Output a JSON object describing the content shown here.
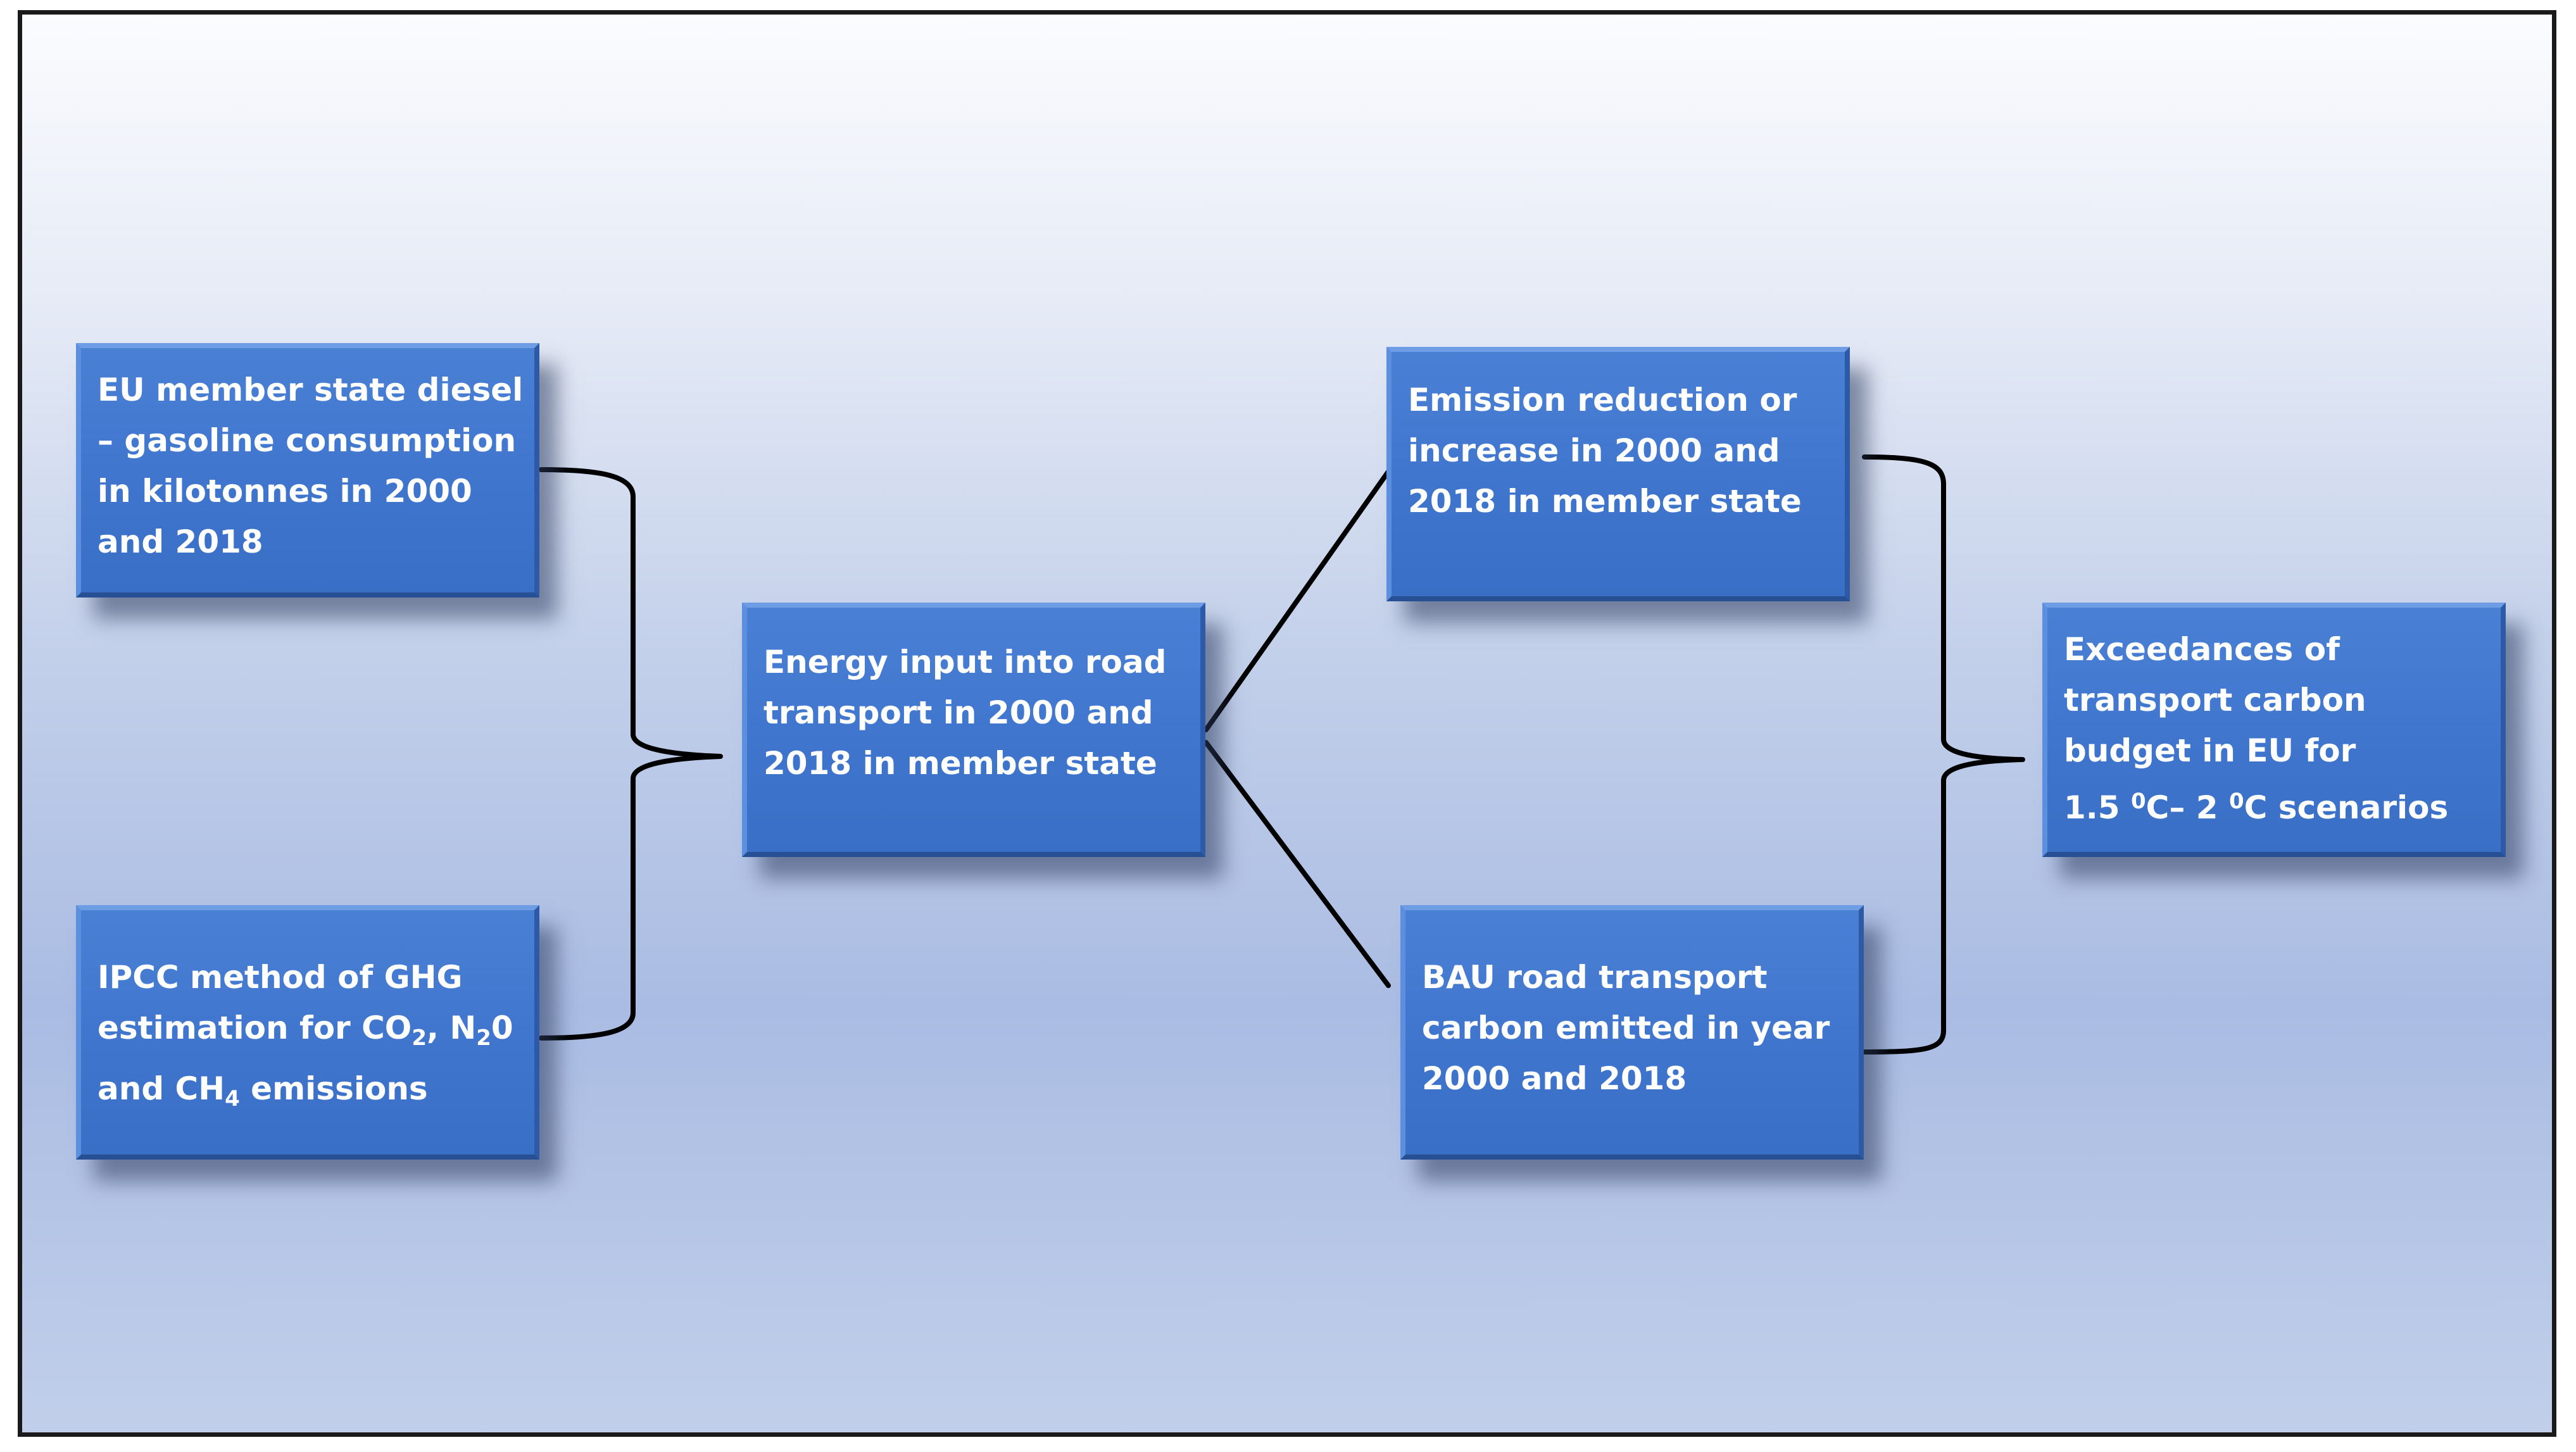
{
  "boxes": {
    "consumption": {
      "lines": [
        "EU member state diesel",
        "– gasoline consumption",
        "in kilotonnes in 2000",
        "and 2018"
      ]
    },
    "ipcc": {
      "line1": "IPCC method of GHG",
      "line2_pre": "estimation for CO",
      "line2_sub1": "2",
      "line2_mid": ", N",
      "line2_sub2": "2",
      "line2_post": "0",
      "line3_pre": "and CH",
      "line3_sub": "4",
      "line3_post": " emissions"
    },
    "energy": {
      "lines": [
        "Energy input into road",
        "transport in 2000 and",
        "2018 in member state"
      ]
    },
    "emission_change": {
      "lines": [
        "Emission reduction or",
        "increase in 2000 and",
        "2018 in member state"
      ]
    },
    "bau": {
      "lines": [
        "BAU road transport",
        "carbon emitted in year",
        "2000 and 2018"
      ]
    },
    "exceedances": {
      "line1": "Exceedances of",
      "line2": "transport carbon",
      "line3": "budget in EU for",
      "line4_a": "1.5 ",
      "line4_sup1": "0",
      "line4_b": "C– 2 ",
      "line4_sup2": "0",
      "line4_c": "C scenarios"
    }
  },
  "colors": {
    "box_fill": "#3f75cd",
    "box_text": "#ffffff",
    "connector": "#000000",
    "frame_border": "#1a1a1a"
  }
}
